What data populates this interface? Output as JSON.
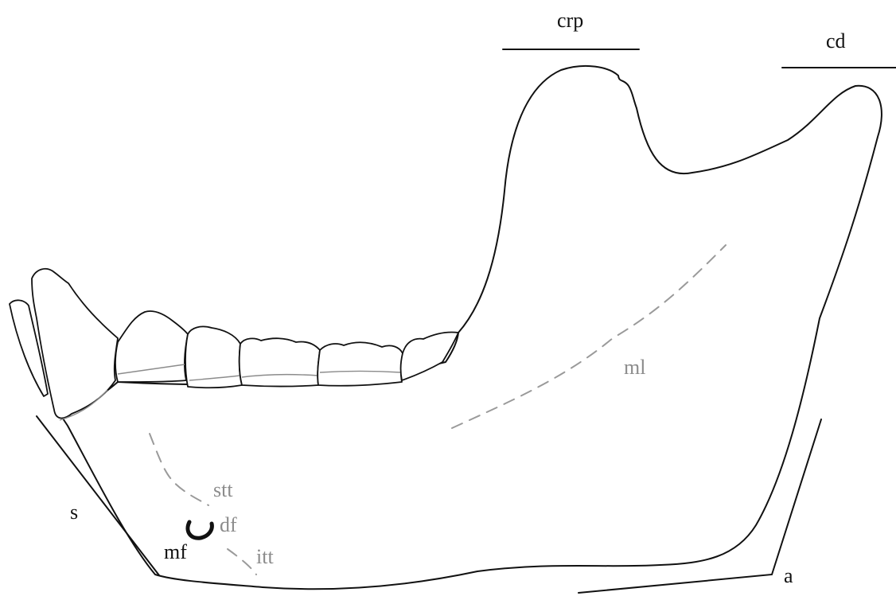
{
  "labels": {
    "crp": "crp",
    "cd": "cd",
    "ml": "ml",
    "stt": "stt",
    "df": "df",
    "mf": "mf",
    "itt": "itt",
    "s": "s",
    "a": "a"
  }
}
